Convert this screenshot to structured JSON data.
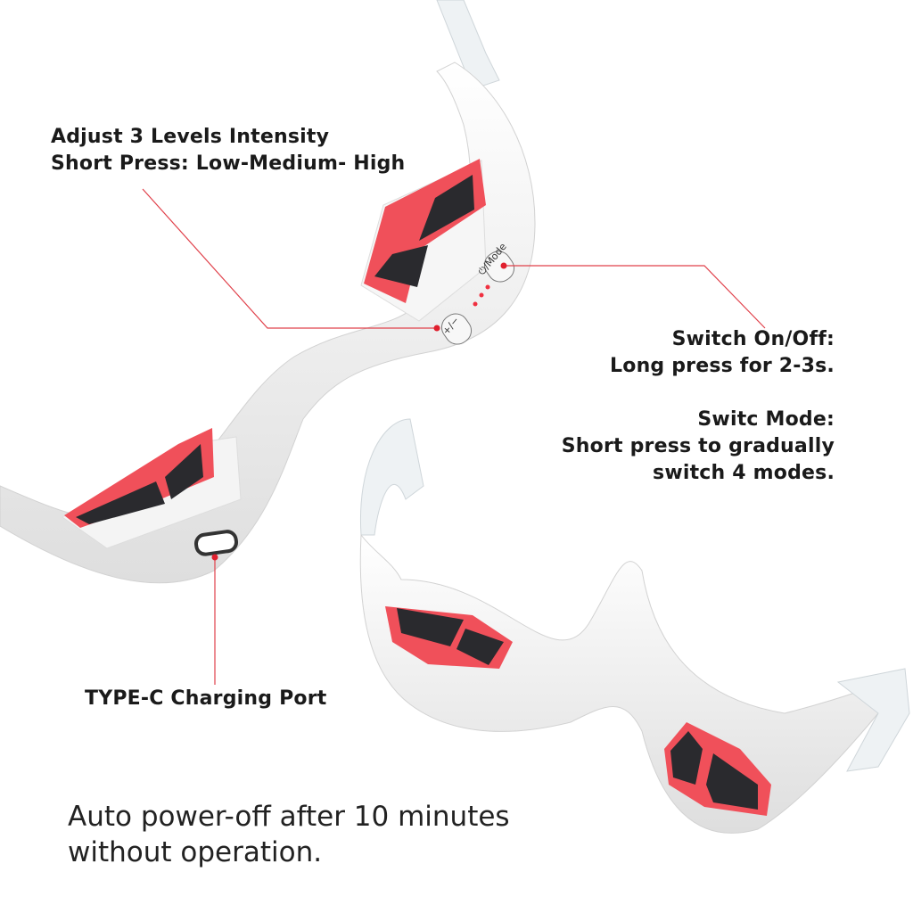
{
  "callouts": {
    "intensity": {
      "line1": "Adjust 3 Levels Intensity",
      "line2": "Short Press: Low-Medium- High"
    },
    "power": {
      "line1": "Switch On/Off:",
      "line2": "Long press for 2-3s."
    },
    "mode": {
      "line1": "Switc Mode:",
      "line2": "Short press to gradually",
      "line3": "switch 4 modes."
    },
    "port": {
      "label": "TYPE-C Charging Port"
    }
  },
  "device_buttons": {
    "mode_label": "⏻/Mode",
    "intensity_label": "+/−"
  },
  "note": {
    "line1": "Auto power-off after 10 minutes",
    "line2": "without operation."
  },
  "colors": {
    "led_red": "#f0505a",
    "pad_dark": "#2a2a2e",
    "callout_line": "#e0404a",
    "text": "#1a1a1a"
  }
}
